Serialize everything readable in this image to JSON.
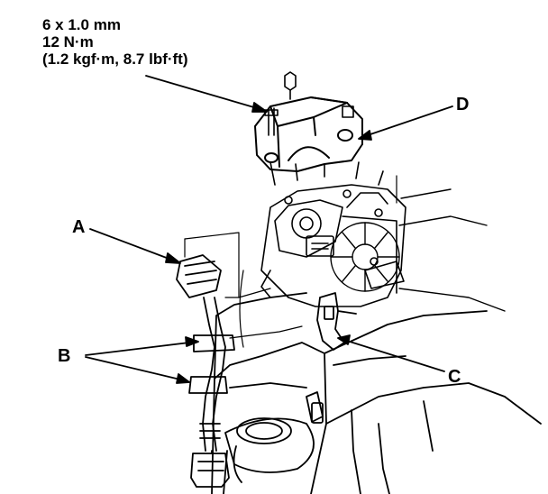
{
  "spec": {
    "line1": "6 x 1.0 mm",
    "line2": "12 N·m",
    "line3": "(1.2 kgf·m, 8.7 lbf·ft)"
  },
  "callouts": {
    "a": "A",
    "b": "B",
    "c": "C",
    "d": "D"
  }
}
